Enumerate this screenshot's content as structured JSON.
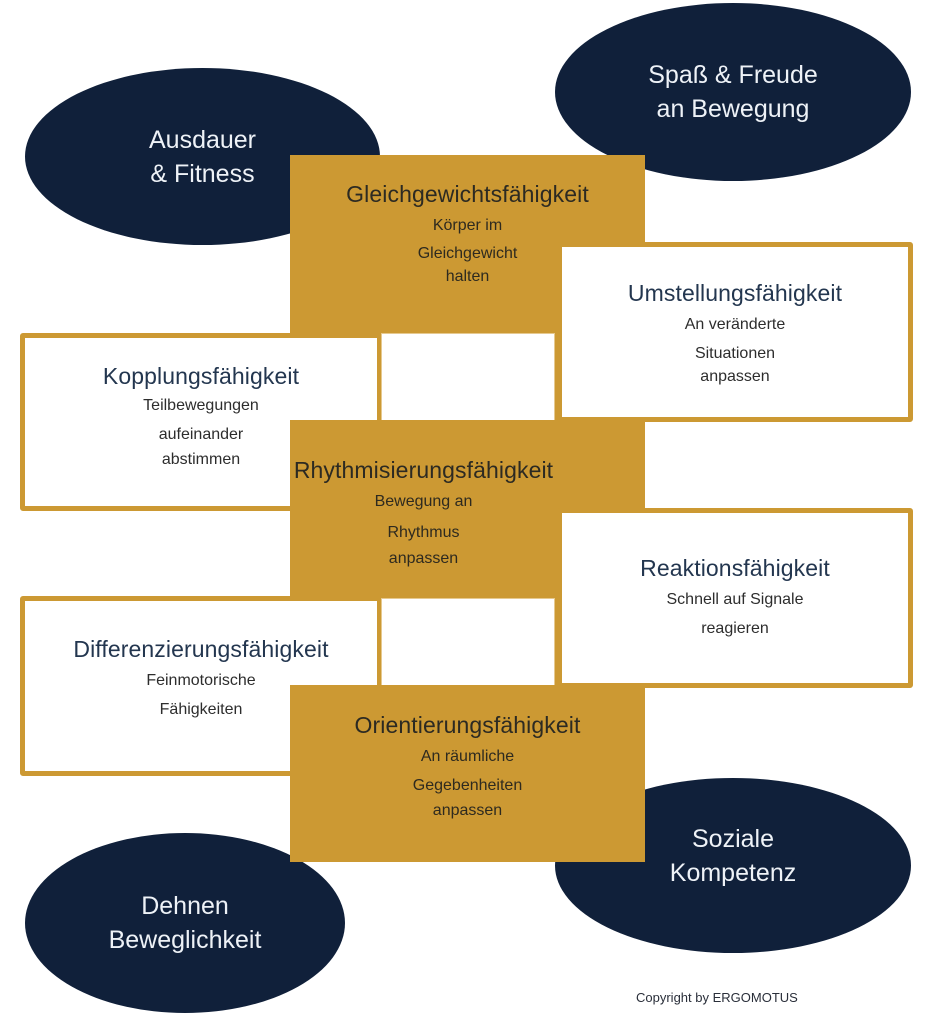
{
  "colors": {
    "navy": "#10203a",
    "gold": "#cc9933",
    "white": "#ffffff"
  },
  "ellipses": {
    "ausdauer": {
      "lines": [
        "Ausdauer",
        "& Fitness"
      ]
    },
    "spass": {
      "lines": [
        "Spaß & Freude",
        "an Bewegung"
      ]
    },
    "dehnen": {
      "lines": [
        "Dehnen",
        "Beweglichkeit"
      ]
    },
    "soziale": {
      "lines": [
        "Soziale",
        "Kompetenz"
      ]
    }
  },
  "abilities": {
    "gleichgewicht": {
      "title": "Gleichgewichtsfähigkeit",
      "desc": [
        "Körper im",
        "Gleichgewicht",
        "halten"
      ]
    },
    "umstellung": {
      "title": "Umstellungsfähigkeit",
      "desc": [
        "An veränderte",
        "Situationen",
        "anpassen"
      ]
    },
    "kopplung": {
      "title": "Kopplungsfähigkeit",
      "desc": [
        "Teilbewegungen",
        "aufeinander",
        "abstimmen"
      ]
    },
    "rhythmisierung": {
      "title": "Rhythmisierungsfähigkeit",
      "desc": [
        "Bewegung an",
        "Rhythmus",
        "anpassen"
      ]
    },
    "reaktion": {
      "title": "Reaktionsfähigkeit",
      "desc": [
        "Schnell auf Signale",
        "reagieren"
      ]
    },
    "differenzierung": {
      "title": "Differenzierungsfähigkeit",
      "desc": [
        "Feinmotorische",
        "Fähigkeiten"
      ]
    },
    "orientierung": {
      "title": "Orientierungsfähigkeit",
      "desc": [
        "An räumliche",
        "Gegebenheiten",
        "anpassen"
      ]
    }
  },
  "footer": {
    "copyright": "Copyright by ERGOMOTUS"
  }
}
